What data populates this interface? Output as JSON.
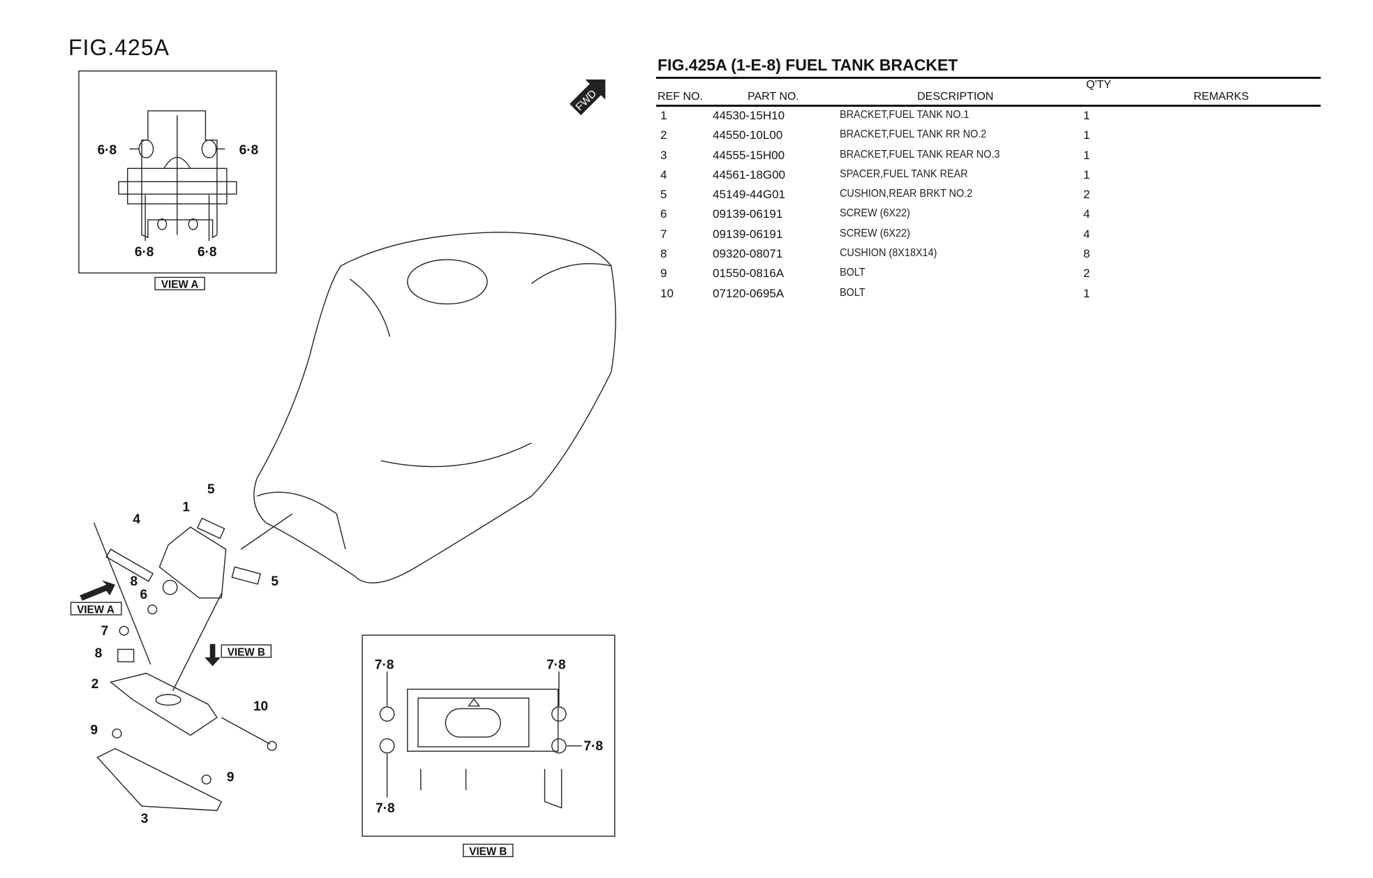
{
  "figure": {
    "title": "FIG.425A"
  },
  "parts_list": {
    "title": "FIG.425A (1-E-8) FUEL TANK BRACKET",
    "headers": {
      "ref": "REF NO.",
      "part": "PART NO.",
      "description": "DESCRIPTION",
      "qty": "Q'TY",
      "remarks": "REMARKS"
    },
    "rows": [
      {
        "ref": "1",
        "part": "44530-15H10",
        "description": "BRACKET,FUEL TANK NO.1",
        "qty": "1",
        "remarks": ""
      },
      {
        "ref": "2",
        "part": "44550-10L00",
        "description": "BRACKET,FUEL TANK RR NO.2",
        "qty": "1",
        "remarks": ""
      },
      {
        "ref": "3",
        "part": "44555-15H00",
        "description": "BRACKET,FUEL TANK REAR NO.3",
        "qty": "1",
        "remarks": ""
      },
      {
        "ref": "4",
        "part": "44561-18G00",
        "description": "SPACER,FUEL TANK REAR",
        "qty": "1",
        "remarks": ""
      },
      {
        "ref": "5",
        "part": "45149-44G01",
        "description": "CUSHION,REAR BRKT NO.2",
        "qty": "2",
        "remarks": ""
      },
      {
        "ref": "6",
        "part": "09139-06191",
        "description": "SCREW (6X22)",
        "qty": "4",
        "remarks": ""
      },
      {
        "ref": "7",
        "part": "09139-06191",
        "description": "SCREW (6X22)",
        "qty": "4",
        "remarks": ""
      },
      {
        "ref": "8",
        "part": "09320-08071",
        "description": "CUSHION (8X18X14)",
        "qty": "8",
        "remarks": ""
      },
      {
        "ref": "9",
        "part": "01550-0816A",
        "description": "BOLT",
        "qty": "2",
        "remarks": ""
      },
      {
        "ref": "10",
        "part": "07120-0695A",
        "description": "BOLT",
        "qty": "1",
        "remarks": ""
      }
    ]
  },
  "diagram": {
    "fwd": "FWD",
    "view_a": {
      "caption": "VIEW A",
      "callouts": [
        "6·8",
        "6·8",
        "6·8",
        "6·8"
      ]
    },
    "view_b": {
      "caption": "VIEW B",
      "callouts": [
        "7·8",
        "7·8",
        "7·8",
        "7·8"
      ]
    },
    "exploded": {
      "callouts": [
        "5",
        "4",
        "1",
        "8",
        "6",
        "5",
        "7",
        "8",
        "2",
        "10",
        "9",
        "9",
        "3"
      ],
      "view_a_tag": "VIEW A",
      "view_b_tag": "VIEW B"
    }
  }
}
